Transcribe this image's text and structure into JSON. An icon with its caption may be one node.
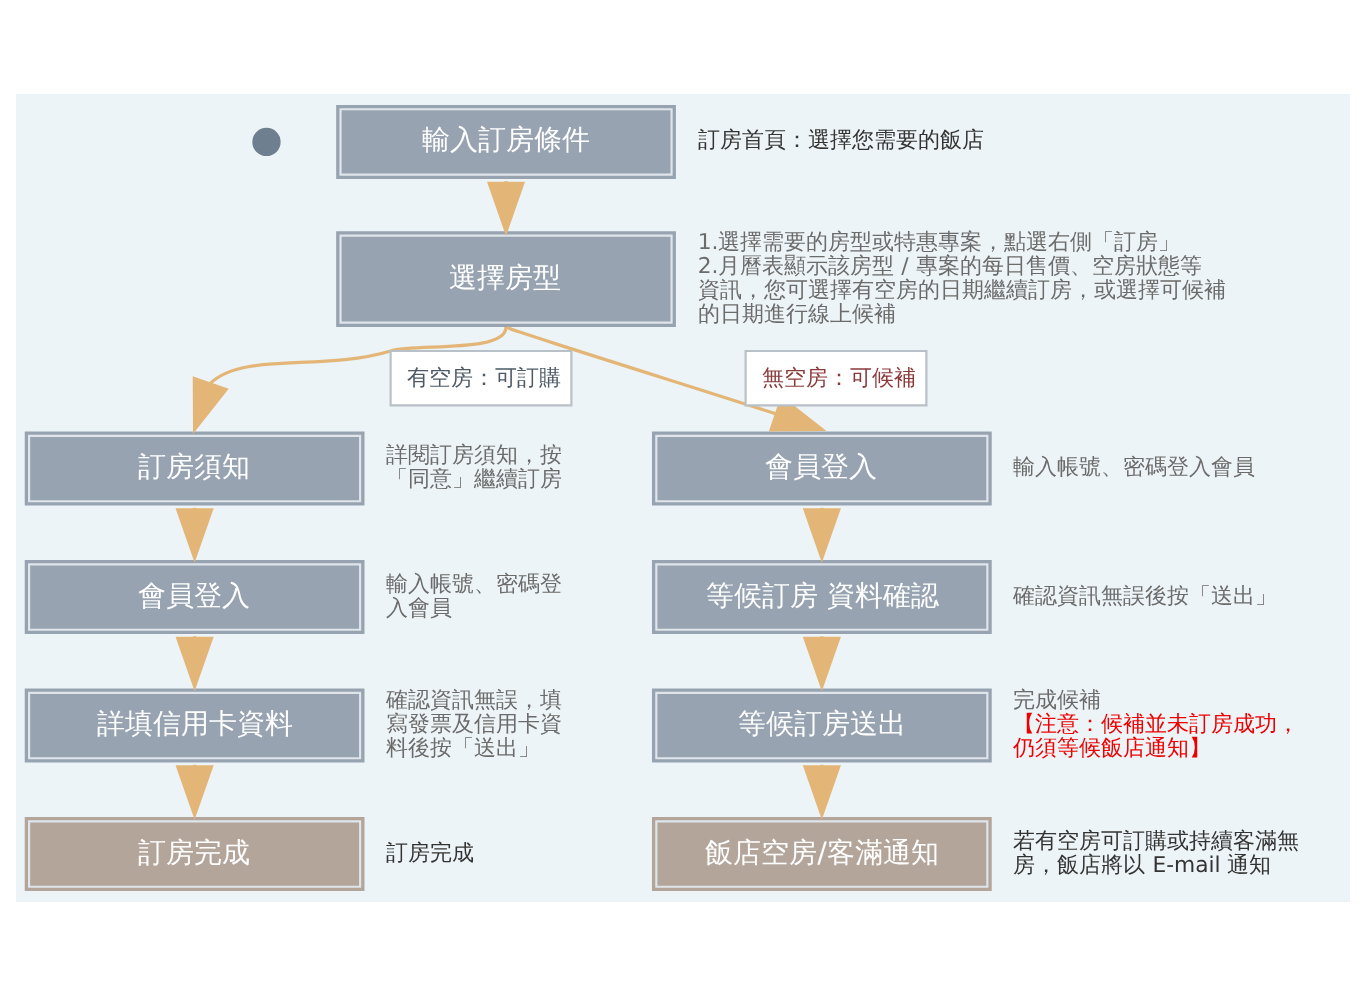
{
  "diagram": {
    "nodes": [
      {
        "text": [],
        "shape": "circle"
      },
      {
        "text": [
          "輸入訂房條件"
        ],
        "beside": [
          "訂房首頁：選擇您需要的飯店"
        ]
      },
      {
        "text": [
          "選擇房型"
        ],
        "beside": [
          "1.選擇需要的房型或特惠專案，點選右側「訂房」",
          "2.月曆表顯示該房型 / 專案的每日售價、空房狀態等資訊，您可選擇有空房的日期繼續訂房，或選擇可候補的日期進行線上候補"
        ]
      },
      {
        "text": [
          "訂房須知"
        ],
        "beside": [
          "詳閱訂房須知，按「同意」繼續訂房"
        ]
      },
      {
        "text": [
          "會員登入"
        ],
        "beside": [
          "輸入帳號、密碼登入會員"
        ]
      },
      {
        "text": [
          "會員登入"
        ],
        "beside": [
          "輸入帳號、密碼登入會員"
        ]
      },
      {
        "text": [
          "等候訂房 資料確認"
        ],
        "beside": [
          "確認資訊無誤後按「送出」"
        ]
      },
      {
        "text": [
          "詳填信用卡資料"
        ],
        "beside": [
          "確認資訊無誤，填寫發票及信用卡資料後按「送出」"
        ]
      },
      {
        "text": [
          "等候訂房送出"
        ],
        "beside": [
          "完成候補",
          "【注意：候補並未訂房成功，仍須等候飯店通知】"
        ]
      },
      {
        "text": [
          "訂房完成"
        ],
        "beside": [
          "訂房完成"
        ]
      },
      {
        "text": [
          "飯店空房/客滿通知"
        ],
        "beside": [
          "若有空房可訂購或持續客滿無房，飯店將以 E-mail 通知"
        ]
      }
    ],
    "edges": [
      {
        "from": 1,
        "to": 2,
        "arrow": "to"
      },
      {
        "from": 2,
        "to": 3,
        "arrow": "to",
        "label": "有空房：可訂購"
      },
      {
        "from": 2,
        "to": 4,
        "arrow": "to",
        "label": "無空房：可候補"
      },
      {
        "from": 3,
        "to": 5,
        "arrow": "to"
      },
      {
        "from": 5,
        "to": 7,
        "arrow": "to"
      },
      {
        "from": 7,
        "to": 9,
        "arrow": "to"
      },
      {
        "from": 4,
        "to": 6,
        "arrow": "to"
      },
      {
        "from": 6,
        "to": 8,
        "arrow": "to"
      },
      {
        "from": 8,
        "to": 10,
        "arrow": "to"
      }
    ]
  }
}
